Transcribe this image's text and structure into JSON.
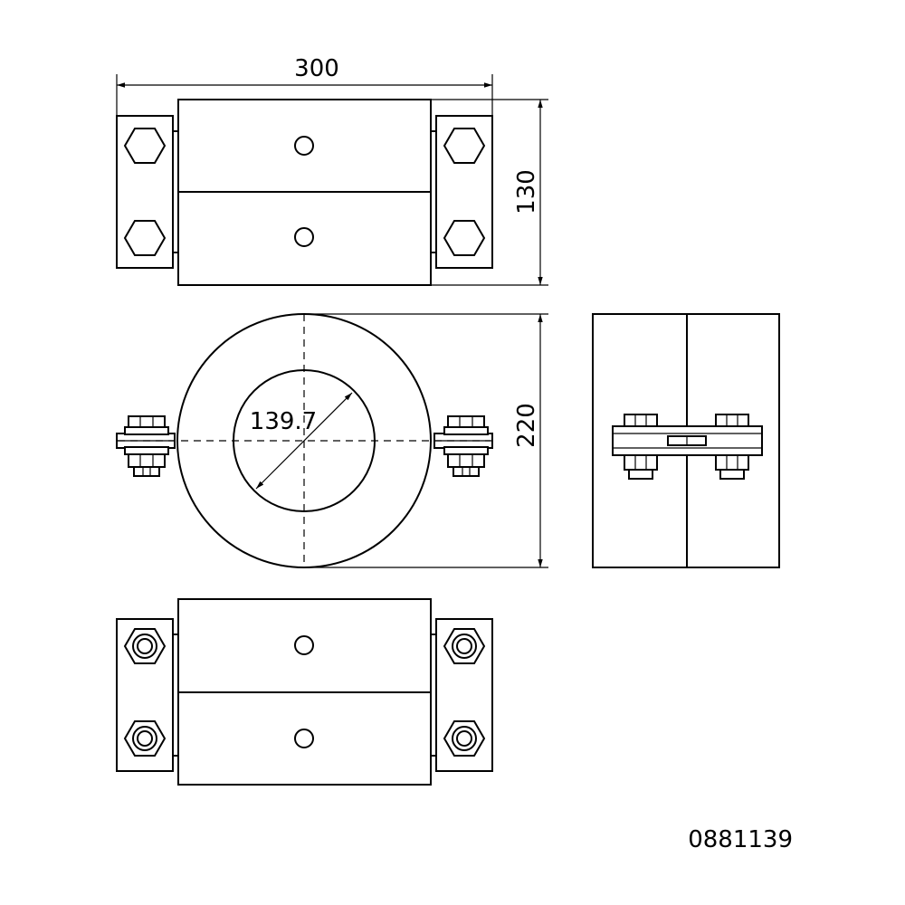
{
  "dimensions": {
    "width": "300",
    "height_top": "130",
    "height_front": "220",
    "inner_diameter": "139.7"
  },
  "article_number": "0881139"
}
